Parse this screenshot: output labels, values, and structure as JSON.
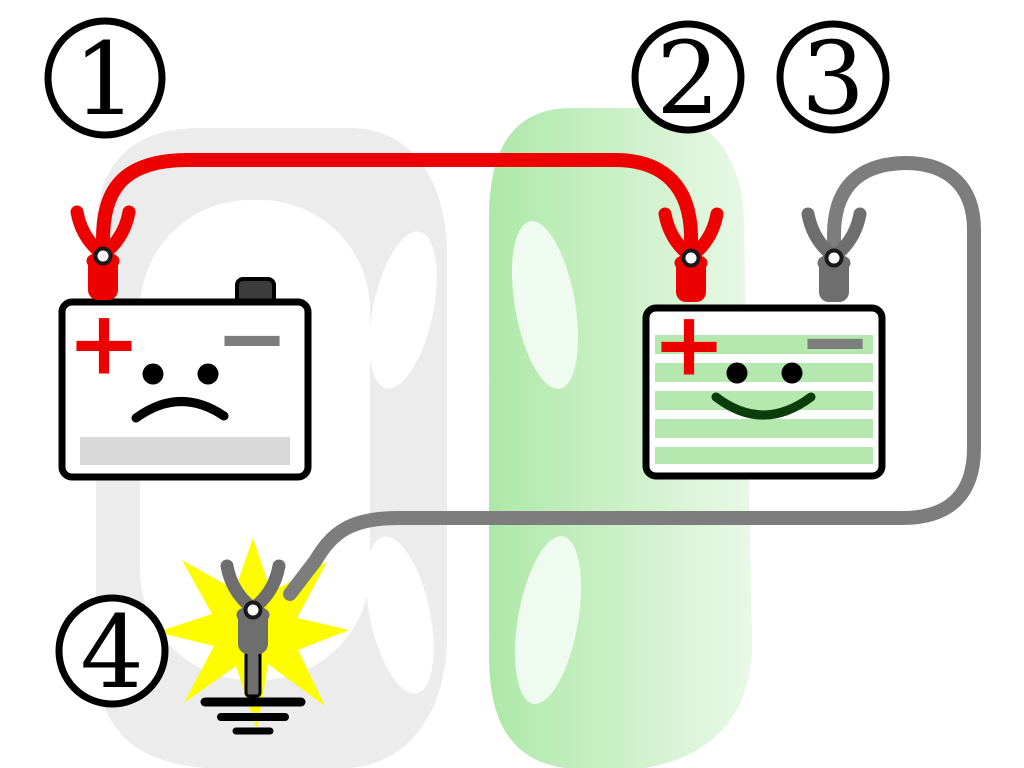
{
  "diagram": {
    "type": "jump-start-battery-sequence",
    "steps": [
      {
        "label": "1"
      },
      {
        "label": "2"
      },
      {
        "label": "3"
      },
      {
        "label": "4"
      }
    ],
    "dead_battery": {
      "positive_label": "+",
      "negative_label": "−",
      "expression": "sad"
    },
    "good_battery": {
      "positive_label": "+",
      "negative_label": "−",
      "expression": "happy"
    },
    "colors": {
      "positive_cable": "#ee0000",
      "negative_cable": "#7d7d7d",
      "clamp_gray": "#6e6e6e",
      "spark_yellow": "#fdfd00",
      "stripe_green": "#b4e8ae",
      "dead_stripe_gray": "#d9d9d9",
      "smile_green": "#0b3d0b",
      "car_left_gray": "#ececec",
      "car_right_green": "#aee8a8",
      "car_right_green_light": "#e9f9e7"
    }
  }
}
